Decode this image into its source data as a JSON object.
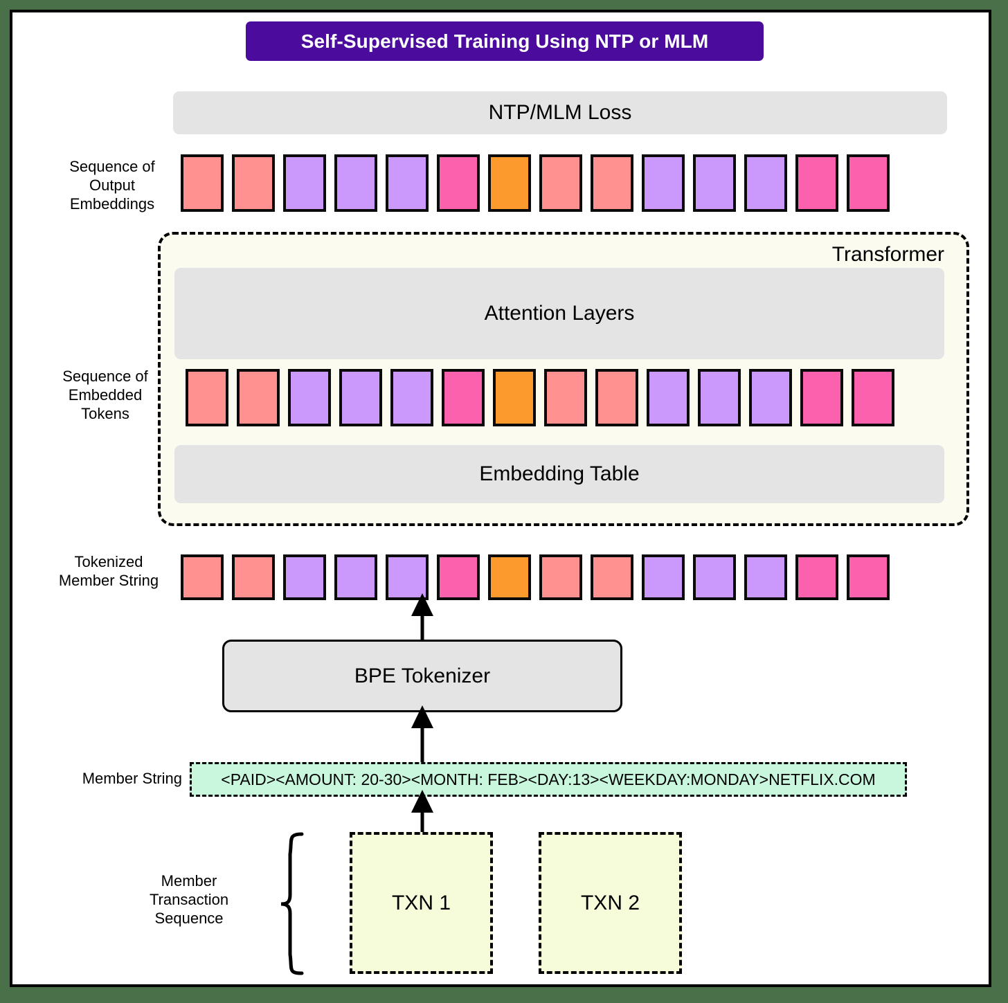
{
  "title": "Self-Supervised Training Using NTP or MLM",
  "blocks": {
    "loss": "NTP/MLM Loss",
    "attention": "Attention Layers",
    "embedding_table": "Embedding Table",
    "transformer": "Transformer",
    "bpe_tokenizer": "BPE Tokenizer"
  },
  "labels": {
    "output_embeddings": "Sequence of\nOutput\nEmbeddings",
    "embedded_tokens": "Sequence of\nEmbedded\nTokens",
    "tokenized_member_string": "Tokenized\nMember String",
    "member_string": "Member String",
    "member_transaction_sequence": "Member\nTransaction\nSequence"
  },
  "member_string_value": "<PAID><AMOUNT: 20-30><MONTH: FEB><DAY:13><WEEKDAY:MONDAY>NETFLIX.COM",
  "transactions": [
    {
      "label": "TXN 1"
    },
    {
      "label": "TXN 2"
    }
  ],
  "colors": {
    "salmon": "#ff9191",
    "purple": "#cb99fc",
    "pink": "#fc61ae",
    "orange": "#fc9a2e",
    "banner": "#4b0c9e",
    "gray_block": "#e4e4e4",
    "transformer_fill": "#fbfcef",
    "member_string_fill": "#c9f7dd",
    "txn_fill": "#f6fbda",
    "page_border": "#000000",
    "outer_background": "#4a7049"
  },
  "token_sequence": [
    "salmon",
    "salmon",
    "purple",
    "purple",
    "purple",
    "pink",
    "orange",
    "salmon",
    "salmon",
    "purple",
    "purple",
    "purple",
    "pink",
    "pink"
  ]
}
